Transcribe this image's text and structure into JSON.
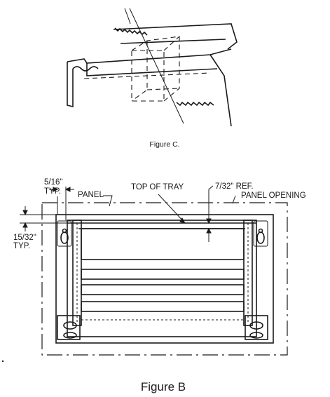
{
  "figure_c": {
    "caption": "Figure C."
  },
  "figure_b": {
    "caption": "Figure B",
    "labels": {
      "edge_dim": "5/16\"",
      "edge_typ": "TYP.",
      "panel": "PANEL",
      "top_of_tray": "TOP OF TRAY",
      "ref_dim": "7/32\" REF.",
      "panel_opening": "PANEL OPENING",
      "side_dim": "15/32\"",
      "side_typ": "TYP."
    }
  }
}
